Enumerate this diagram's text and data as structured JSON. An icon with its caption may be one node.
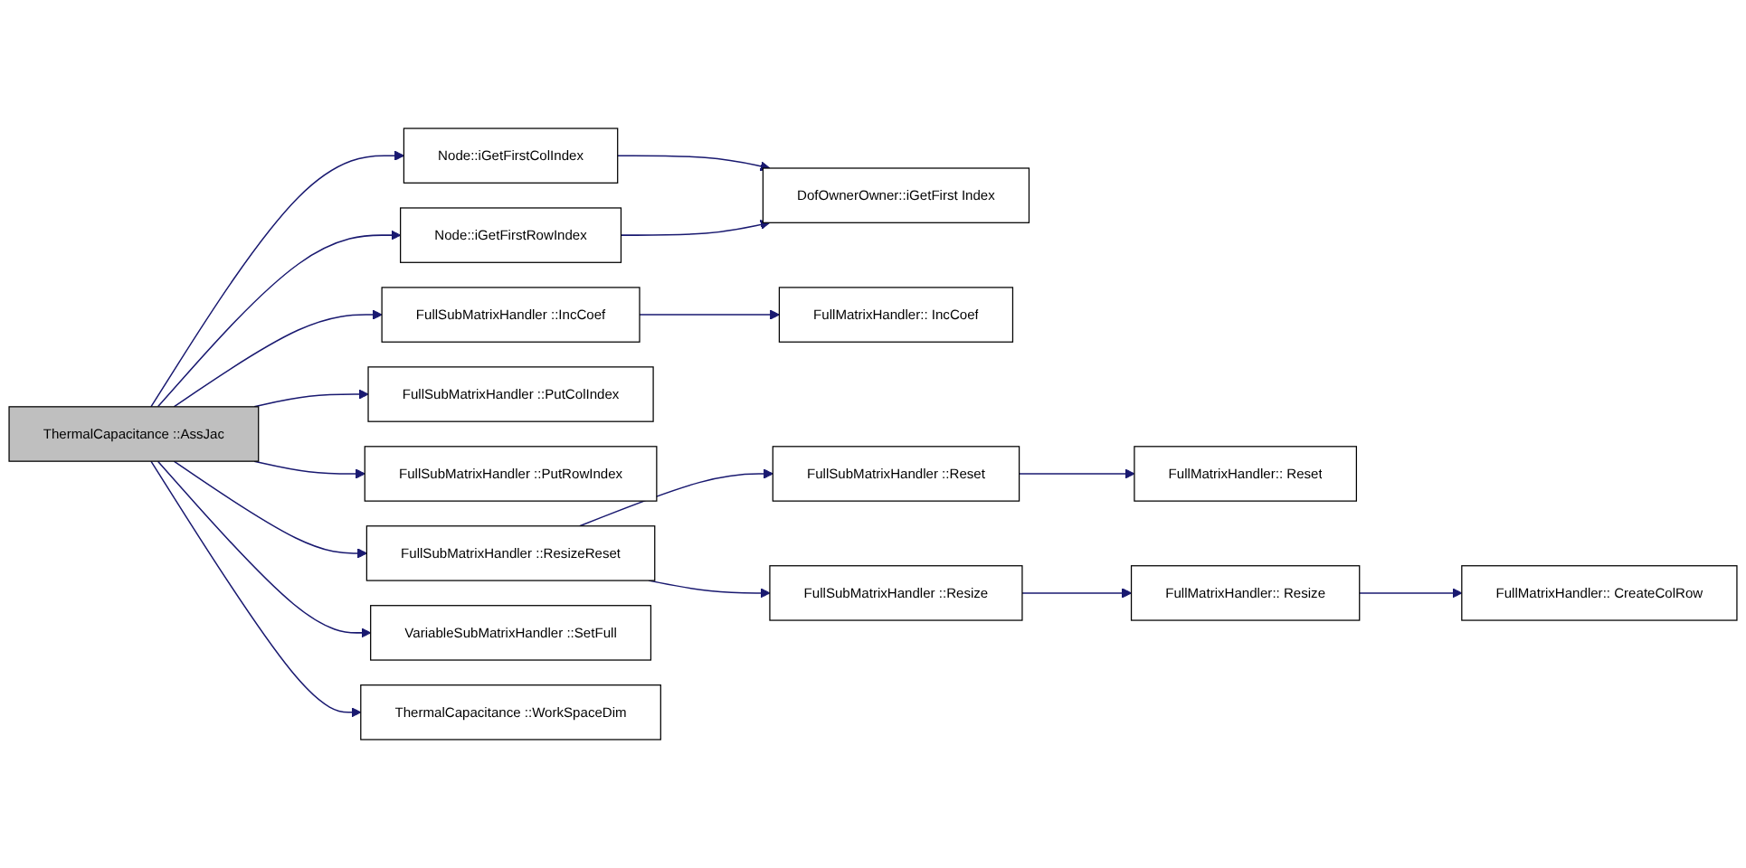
{
  "diagram": {
    "nodes": [
      {
        "text": [
          "ThermalCapacitance ::AssJac"
        ]
      },
      {
        "text": [
          "Node::iGetFirstColIndex"
        ]
      },
      {
        "text": [
          "Node::iGetFirstRowIndex"
        ]
      },
      {
        "text": [
          "DofOwnerOwner::iGetFirst Index"
        ]
      },
      {
        "text": [
          "FullSubMatrixHandler ::IncCoef"
        ]
      },
      {
        "text": [
          "FullMatrixHandler:: IncCoef"
        ]
      },
      {
        "text": [
          "FullSubMatrixHandler ::PutColIndex"
        ]
      },
      {
        "text": [
          "FullSubMatrixHandler ::PutRowIndex"
        ]
      },
      {
        "text": [
          "FullSubMatrixHandler ::ResizeReset"
        ]
      },
      {
        "text": [
          "FullSubMatrixHandler ::Reset"
        ]
      },
      {
        "text": [
          "FullSubMatrixHandler ::Resize"
        ]
      },
      {
        "text": [
          "FullMatrixHandler:: Reset"
        ]
      },
      {
        "text": [
          "FullMatrixHandler:: Resize"
        ]
      },
      {
        "text": [
          "FullMatrixHandler:: CreateColRow"
        ]
      },
      {
        "text": [
          "VariableSubMatrixHandler ::SetFull"
        ]
      },
      {
        "text": [
          "ThermalCapacitance ::WorkSpaceDim"
        ]
      }
    ],
    "edges": [
      {
        "from": 0,
        "to": 1,
        "arrow": "to"
      },
      {
        "from": 0,
        "to": 2,
        "arrow": "to"
      },
      {
        "from": 0,
        "to": 4,
        "arrow": "to"
      },
      {
        "from": 0,
        "to": 6,
        "arrow": "to"
      },
      {
        "from": 0,
        "to": 7,
        "arrow": "to"
      },
      {
        "from": 0,
        "to": 8,
        "arrow": "to"
      },
      {
        "from": 0,
        "to": 14,
        "arrow": "to"
      },
      {
        "from": 0,
        "to": 15,
        "arrow": "to"
      },
      {
        "from": 1,
        "to": 3,
        "arrow": "to"
      },
      {
        "from": 2,
        "to": 3,
        "arrow": "to"
      },
      {
        "from": 4,
        "to": 5,
        "arrow": "to"
      },
      {
        "from": 8,
        "to": 9,
        "arrow": "to"
      },
      {
        "from": 8,
        "to": 10,
        "arrow": "to"
      },
      {
        "from": 9,
        "to": 11,
        "arrow": "to"
      },
      {
        "from": 10,
        "to": 12,
        "arrow": "to"
      },
      {
        "from": 12,
        "to": 13,
        "arrow": "to"
      }
    ]
  }
}
